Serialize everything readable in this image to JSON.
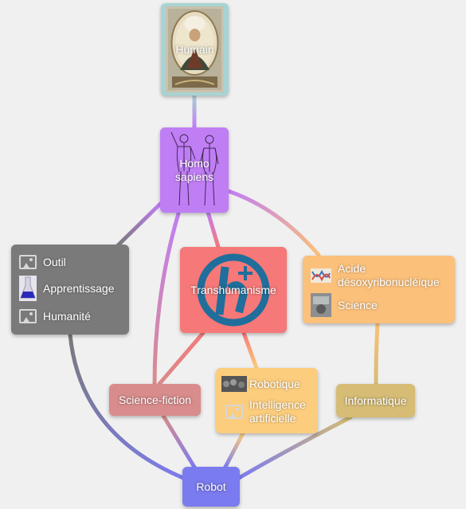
{
  "nodes": {
    "humain": "Humain",
    "homo_sapiens": "Homo sapiens",
    "outil_group": [
      "Outil",
      "Apprentissage",
      "Humanité"
    ],
    "transhumanisme": "Transhumanisme",
    "adn_group": [
      "Acide désoxyribonucléique",
      "Science"
    ],
    "science_fiction": "Science-fiction",
    "robotique_group": [
      "Robotique",
      "Intelligence artificielle"
    ],
    "informatique": "Informatique",
    "robot": "Robot"
  },
  "colors": {
    "humain": "#a8d3d3",
    "homo_sapiens": "#c07ef5",
    "outil_group": "#7a7a7a",
    "transhumanisme": "#f67878",
    "adn_group": "#fbc07a",
    "science_fiction": "#d98c8c",
    "robotique_group": "#fccd7c",
    "informatique": "#d6bc74",
    "robot": "#7b7bf0",
    "logo": "#1f6e9b"
  },
  "icons": [
    "humain-portrait-image",
    "homo-sapiens-figures-image",
    "transhumanism-h-plus-logo",
    "apprentissage-flask-image",
    "dna-image",
    "science-image",
    "robotique-image",
    "image-placeholder-icon"
  ]
}
